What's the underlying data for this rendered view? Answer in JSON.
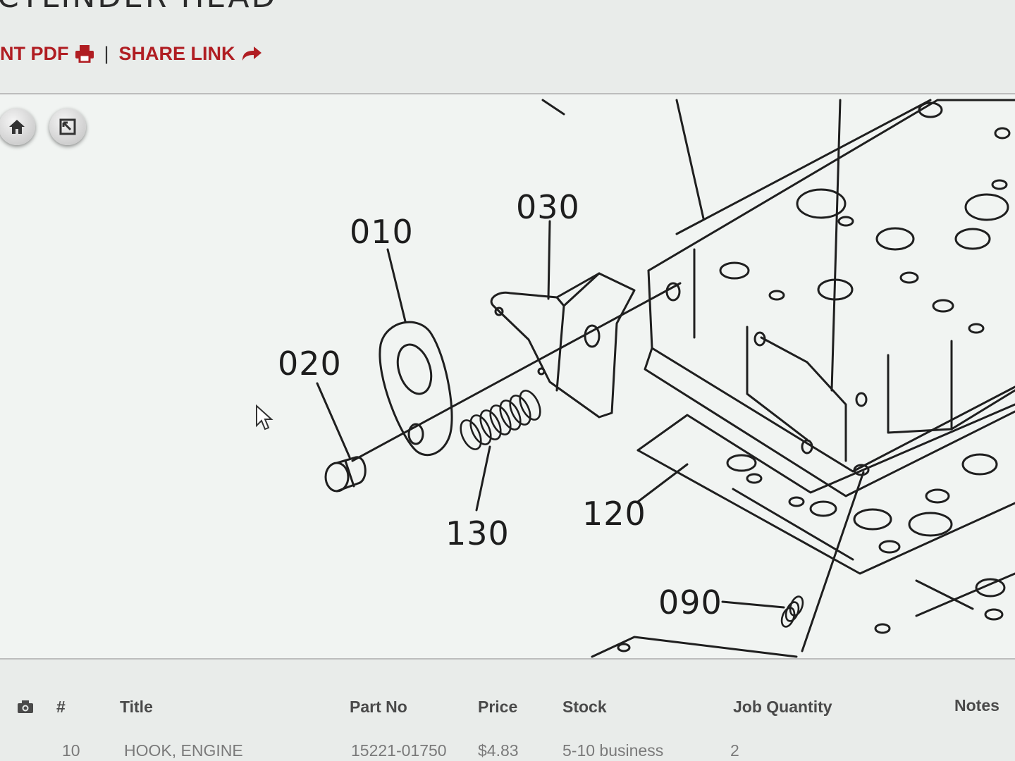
{
  "page": {
    "title": "CYLINDER HEAD"
  },
  "actions": {
    "print_label": "NT PDF",
    "separator": "|",
    "share_label": "SHARE LINK"
  },
  "viewer": {
    "buttons": [
      {
        "icon": "home-icon"
      },
      {
        "icon": "fit-screen-icon"
      }
    ],
    "callouts": [
      "010",
      "020",
      "030",
      "130",
      "120",
      "090"
    ]
  },
  "table": {
    "headers": {
      "photo_icon": "camera-icon",
      "number": "#",
      "title": "Title",
      "part_no": "Part No",
      "price": "Price",
      "stock": "Stock",
      "job_quantity": "Job Quantity",
      "notes": "Notes"
    },
    "rows": [
      {
        "number": "10",
        "title": "HOOK, ENGINE",
        "part_no": "15221-01750",
        "price": "$4.83",
        "stock": "5-10 business",
        "job_quantity": "2"
      }
    ]
  },
  "colors": {
    "accent": "#b01d22",
    "background": "#e9ecea"
  }
}
